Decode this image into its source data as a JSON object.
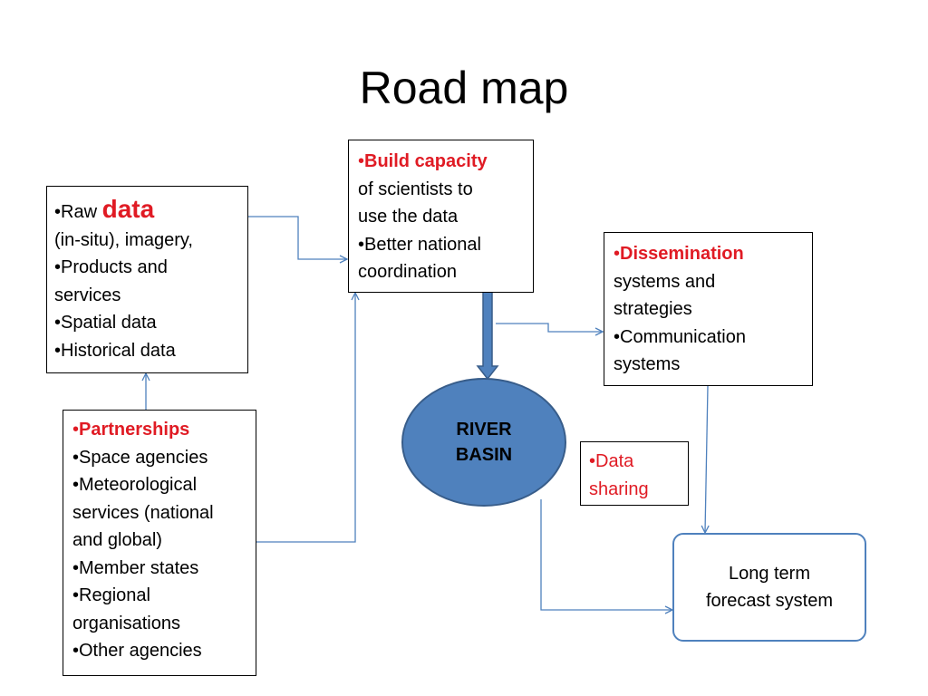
{
  "title": "Road map",
  "bullet": "•",
  "raw_box": {
    "raw_prefix": "Raw ",
    "raw_keyword": "data",
    "lines": [
      "(in-situ), imagery,",
      "•Products and",
      "services",
      "•Spatial data",
      "•Historical data"
    ]
  },
  "capacity_box": {
    "heading": "Build capacity",
    "lines": [
      "of scientists to",
      "use the data",
      "•Better national",
      "coordination"
    ]
  },
  "dissemination_box": {
    "heading": "Dissemination",
    "lines": [
      "systems and",
      "strategies",
      "•Communication",
      "systems"
    ]
  },
  "partnerships_box": {
    "heading": "Partnerships",
    "lines": [
      "•Space agencies",
      "•Meteorological",
      "services (national",
      "and global)",
      "•Member states",
      "•Regional",
      "organisations",
      "•Other agencies"
    ]
  },
  "river_basin": {
    "line1": "RIVER",
    "line2": "BASIN"
  },
  "data_sharing": {
    "line1": "Data",
    "line2": "sharing"
  },
  "forecast": {
    "line1": "Long term",
    "line2": "forecast system"
  },
  "colors": {
    "arrow": "#4f81bd",
    "ellipse_fill": "#4f81bd",
    "ellipse_stroke": "#385d8a",
    "highlight": "#e01b24"
  }
}
